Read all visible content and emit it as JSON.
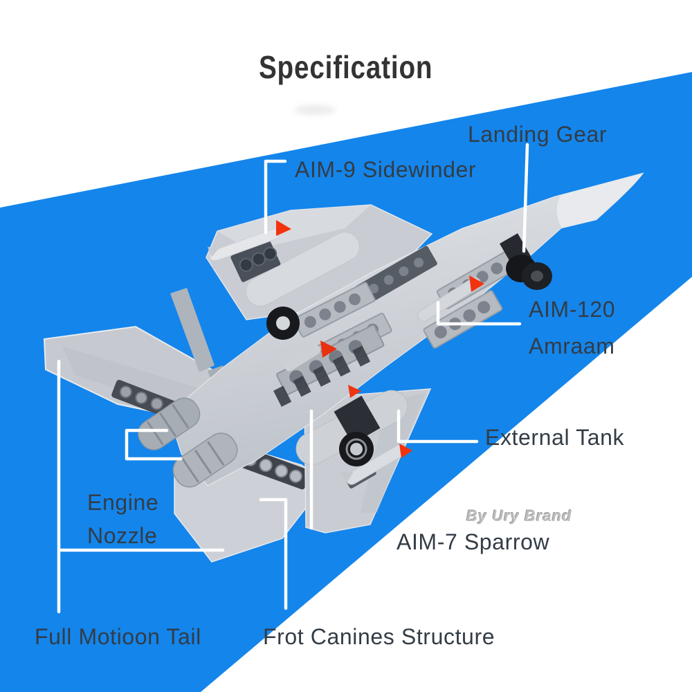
{
  "title": "Specification",
  "watermark": "By Ury Brand",
  "labels": {
    "landing_gear": "Landing Gear",
    "aim9": "AIM-9 Sidewinder",
    "aim120_1": "AIM-120",
    "aim120_2": "Amraam",
    "external_tank": "External Tank",
    "engine_1": "Engine",
    "engine_2": "Nozzle",
    "aim7": "AIM-7 Sparrow",
    "full_motion_tail": "Full Motioon Tail",
    "front_canines": "Frot Canines Structure"
  },
  "colors": {
    "background": "#ffffff",
    "banner_blue": "#1485eb",
    "label_text": "#333c46",
    "title_text": "#333333",
    "callout_line": "#ffffff",
    "missile_tip_red": "#f2330d",
    "model_gray": "#ccd0d6"
  }
}
